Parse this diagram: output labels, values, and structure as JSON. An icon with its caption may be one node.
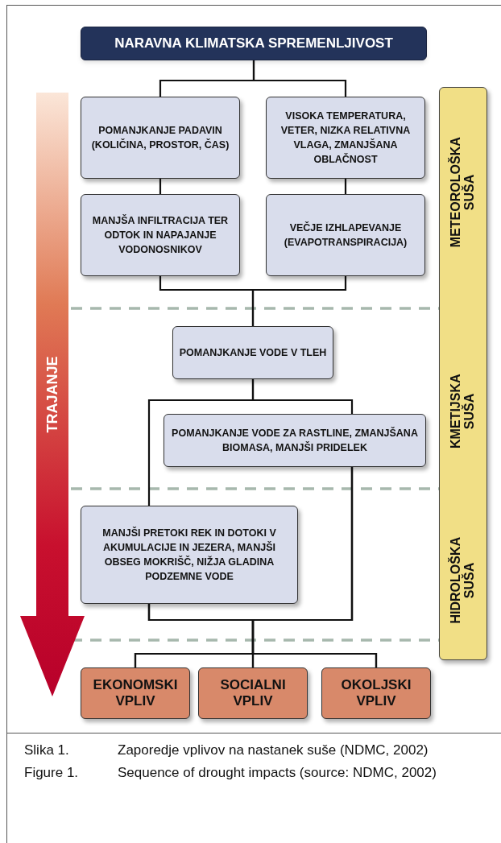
{
  "diagram": {
    "nodes": [
      {
        "text": [
          "NARAVNA KLIMATSKA SPREMENLJIVOST"
        ]
      },
      {
        "text": [
          "POMANJKANJE PADAVIN (KOLIČINA, PROSTOR, ČAS)"
        ]
      },
      {
        "text": [
          "VISOKA TEMPERATURA, VETER, NIZKA RELATIVNA VLAGA, ZMANJŠANA OBLAČNOST"
        ]
      },
      {
        "text": [
          "MANJŠA INFILTRACIJA TER ODTOK IN NAPAJANJE VODONOSNIKOV"
        ]
      },
      {
        "text": [
          "VEČJE IZHLAPEVANJE (EVAPOTRANSPIRACIJA)"
        ]
      },
      {
        "text": [
          "POMANJKANJE VODE V TLEH"
        ]
      },
      {
        "text": [
          "POMANJKANJE VODE ZA RASTLINE, ZMANJŠANA BIOMASA, MANJŠI PRIDELEK"
        ]
      },
      {
        "text": [
          "MANJŠI PRETOKI REK IN DOTOKI V AKUMULACIJE IN JEZERA, MANJŠI OBSEG MOKRIŠČ, NIŽJA GLADINA PODZEMNE VODE"
        ]
      },
      {
        "text": [
          "EKONOMSKI VPLIV"
        ]
      },
      {
        "text": [
          "SOCIALNI VPLIV"
        ]
      },
      {
        "text": [
          "OKOLJSKI VPLIV"
        ]
      },
      {
        "text": [
          "METEOROLOŠKA SUŠA",
          "KMETIJSKA SUŠA",
          "HIDROLOŠKA SUŠA"
        ]
      },
      {
        "text": [
          "TRAJANJE"
        ]
      }
    ],
    "edges": [
      {
        "from": 0,
        "to": 1,
        "arrow": "none"
      },
      {
        "from": 0,
        "to": 2,
        "arrow": "none"
      },
      {
        "from": 1,
        "to": 3,
        "arrow": "none"
      },
      {
        "from": 2,
        "to": 4,
        "arrow": "none"
      },
      {
        "from": 3,
        "to": 5,
        "arrow": "none"
      },
      {
        "from": 4,
        "to": 5,
        "arrow": "none"
      },
      {
        "from": 5,
        "to": 6,
        "arrow": "none"
      },
      {
        "from": 5,
        "to": 7,
        "arrow": "none"
      },
      {
        "from": 6,
        "to": 8,
        "arrow": "none"
      },
      {
        "from": 6,
        "to": 9,
        "arrow": "none"
      },
      {
        "from": 6,
        "to": 10,
        "arrow": "none"
      },
      {
        "from": 7,
        "to": 8,
        "arrow": "none"
      },
      {
        "from": 7,
        "to": 9,
        "arrow": "none"
      },
      {
        "from": 7,
        "to": 10,
        "arrow": "none"
      }
    ],
    "labels": [
      "Slika 1.",
      "Zaporedje vplivov na nastanek suše (NDMC, 2002)",
      "Figure 1.",
      "Sequence of drought impacts (source: NDMC, 2002)"
    ]
  }
}
